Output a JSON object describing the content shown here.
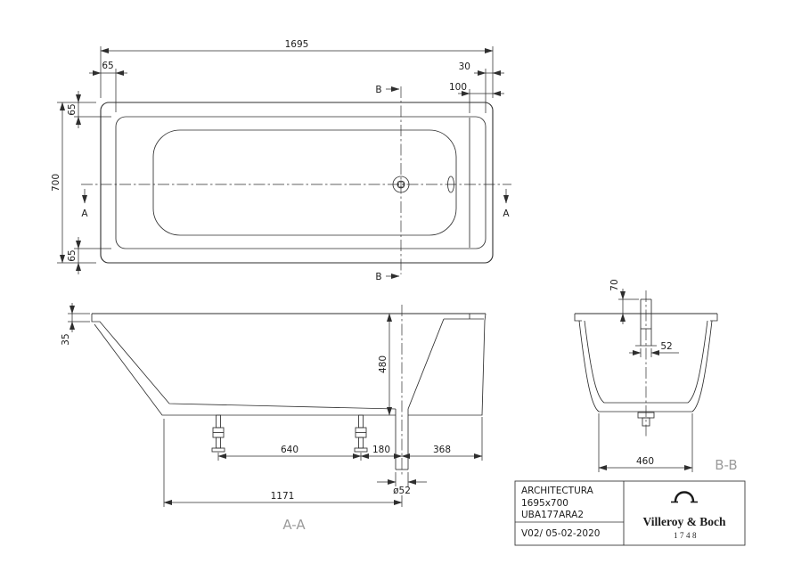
{
  "plan_view": {
    "dim_overall_length": "1695",
    "dim_rim_left": "65",
    "dim_rim_right": "30",
    "dim_right_inset": "100",
    "dim_overall_width": "700",
    "dim_rim_top": "65",
    "dim_rim_bottom": "65",
    "section_marker_a": "A",
    "section_marker_b": "B"
  },
  "section_aa": {
    "label": "A-A",
    "dim_rim_height": "35",
    "dim_depth": "480",
    "dim_feet_spacing": "640",
    "dim_foot_to_drain": "180",
    "dim_drain_to_end": "368",
    "dim_end_to_drain": "1171",
    "dim_drain_diameter": "ø52"
  },
  "section_bb": {
    "label": "B-B",
    "dim_overflow_height": "70",
    "dim_pipe_width": "52",
    "dim_bottom_width": "460"
  },
  "title_block": {
    "product_line": "ARCHITECTURA",
    "dimensions": "1695x700",
    "article_number": "UBA177ARA2",
    "revision": "V02/ 05-02-2020",
    "brand": "Villeroy & Boch",
    "brand_year": "1748"
  }
}
